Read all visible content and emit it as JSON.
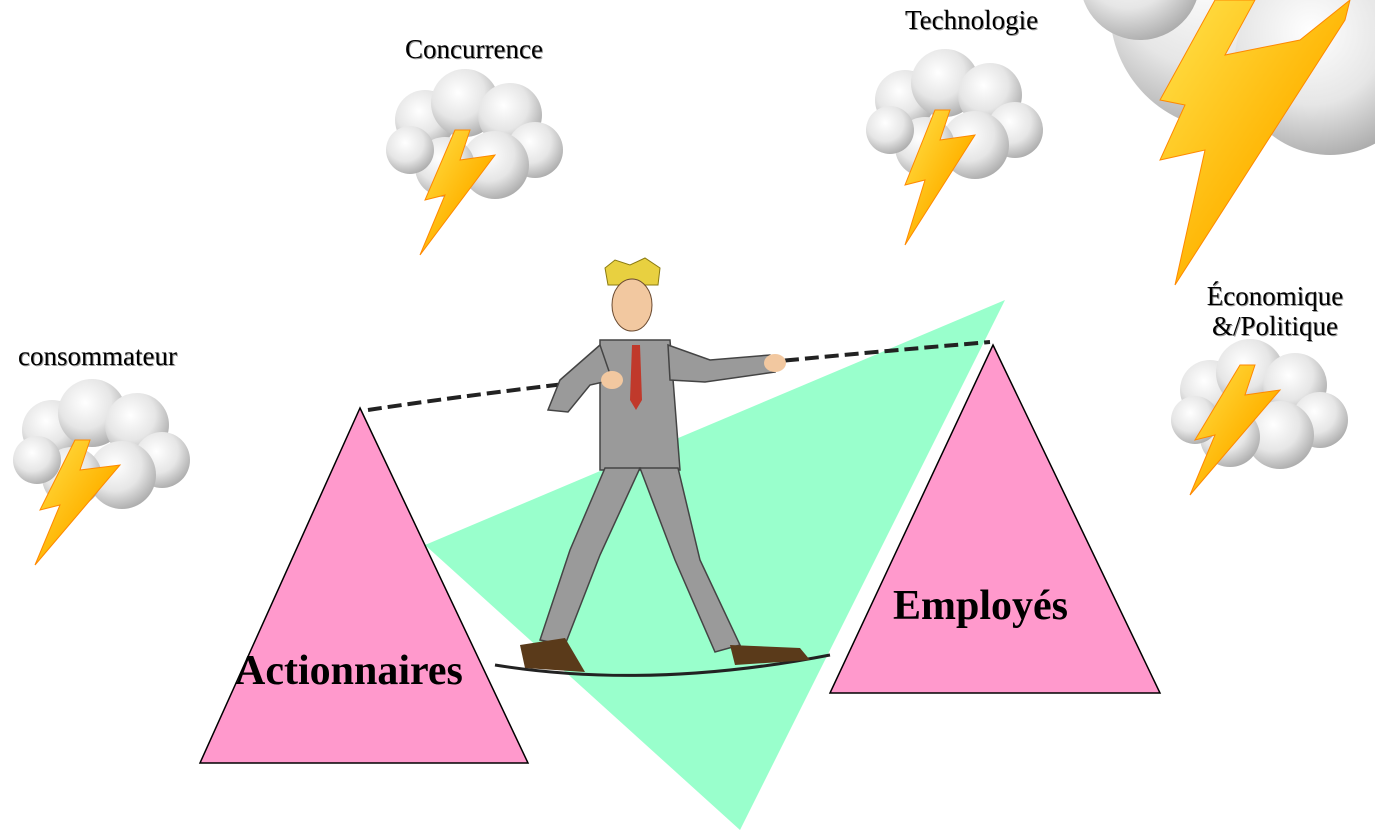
{
  "forces": {
    "consommateur": "consommateur",
    "concurrence": "Concurrence",
    "technologie": "Technologie",
    "economique_line1": "Économique",
    "economique_line2": "&/Politique"
  },
  "groups": {
    "left": "Actionnaires",
    "right": "Employés"
  },
  "colors": {
    "triangle_fill": "#ff99cc",
    "spotlight_fill": "#99ffcc",
    "cloud_fill": "#d9d9d9",
    "lightning_fill": "#ffcc00",
    "lightning_edge": "#ff8800",
    "suit": "#9a9a9a",
    "hair": "#e8d040"
  },
  "icons": {
    "cloud": "storm-cloud-icon",
    "lightning": "lightning-bolt-icon",
    "figure": "tightrope-walker-icon"
  }
}
